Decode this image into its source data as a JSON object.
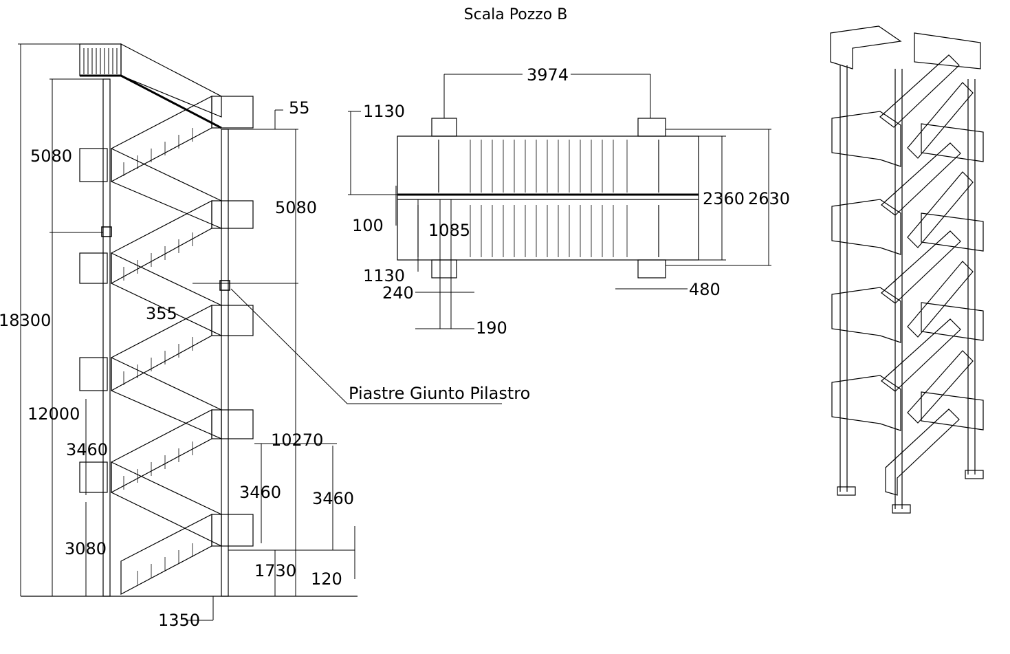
{
  "title": "Scala Pozzo B",
  "note": "Piastre Giunto Pilastro",
  "elevation": {
    "total_height": "18300",
    "upper_landing": "5080",
    "upper_landing_right": "5080",
    "top_offset": "55",
    "column_height": "12000",
    "mid_offset": "355",
    "right_height": "10270",
    "landing_a": "3460",
    "landing_b": "3460",
    "landing_c": "3460",
    "bottom_left": "3080",
    "bottom_right": "1730",
    "base_offset": "120",
    "base_width": "1350"
  },
  "plan": {
    "length": "3974",
    "top_width": "1130",
    "bottom_width": "1130",
    "gap": "100",
    "mid": "1085",
    "inner_width": "2360",
    "outer_width": "2630",
    "plate_a": "240",
    "plate_b": "190",
    "plate_c": "480"
  }
}
